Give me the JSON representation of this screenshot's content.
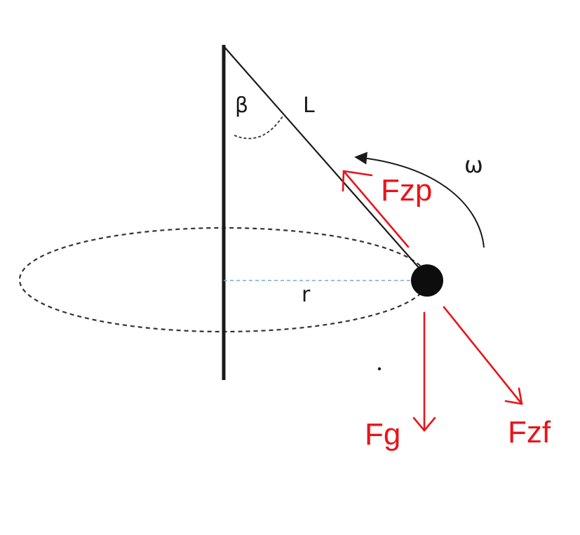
{
  "labels": {
    "angle": "β",
    "length": "L",
    "angular_velocity": "ω",
    "radius": "r",
    "force_centripetal": "Fzp",
    "force_gravity": "Fg",
    "force_centrifugal": "Fzf"
  },
  "colors": {
    "line": "#1a1a1a",
    "force": "#e8141b",
    "radius_line": "#7aa6d8"
  }
}
